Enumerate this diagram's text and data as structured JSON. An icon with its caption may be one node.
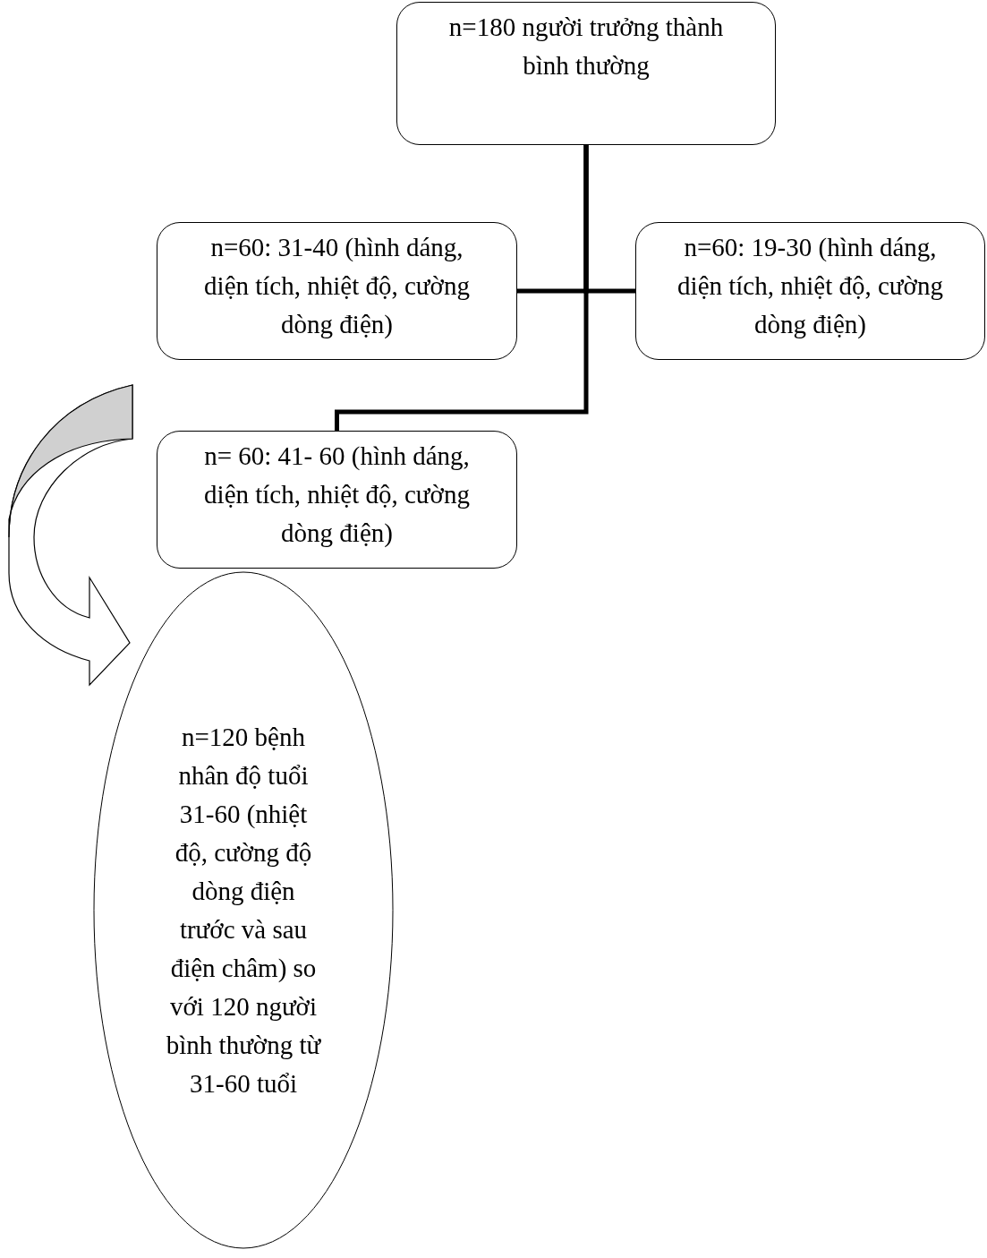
{
  "diagram": {
    "nodes": [
      {
        "text": [
          "n=180 người trưởng thành bình thường"
        ]
      },
      {
        "text": [
          "n=60: 31-40 (hình dáng, diện tích, nhiệt độ, cường dòng điện)"
        ]
      },
      {
        "text": [
          "n=60: 19-30 (hình dáng, diện tích, nhiệt độ, cường dòng điện)"
        ]
      },
      {
        "text": [
          "n= 60: 41- 60 (hình dáng, diện tích, nhiệt độ, cường dòng điện)"
        ]
      },
      {
        "text": [
          "n=120 bệnh nhân độ tuổi 31-60 (nhiệt độ, cường độ dòng điện trước và sau điện châm) so với 120 người bình thường từ 31-60 tuổi"
        ]
      }
    ],
    "edges": [
      {
        "from": 0,
        "to": 1,
        "arrow": "none"
      },
      {
        "from": 0,
        "to": 2,
        "arrow": "none"
      },
      {
        "from": 0,
        "to": 3,
        "arrow": "none"
      },
      {
        "from": 3,
        "to": 4,
        "arrow": "to"
      }
    ]
  }
}
